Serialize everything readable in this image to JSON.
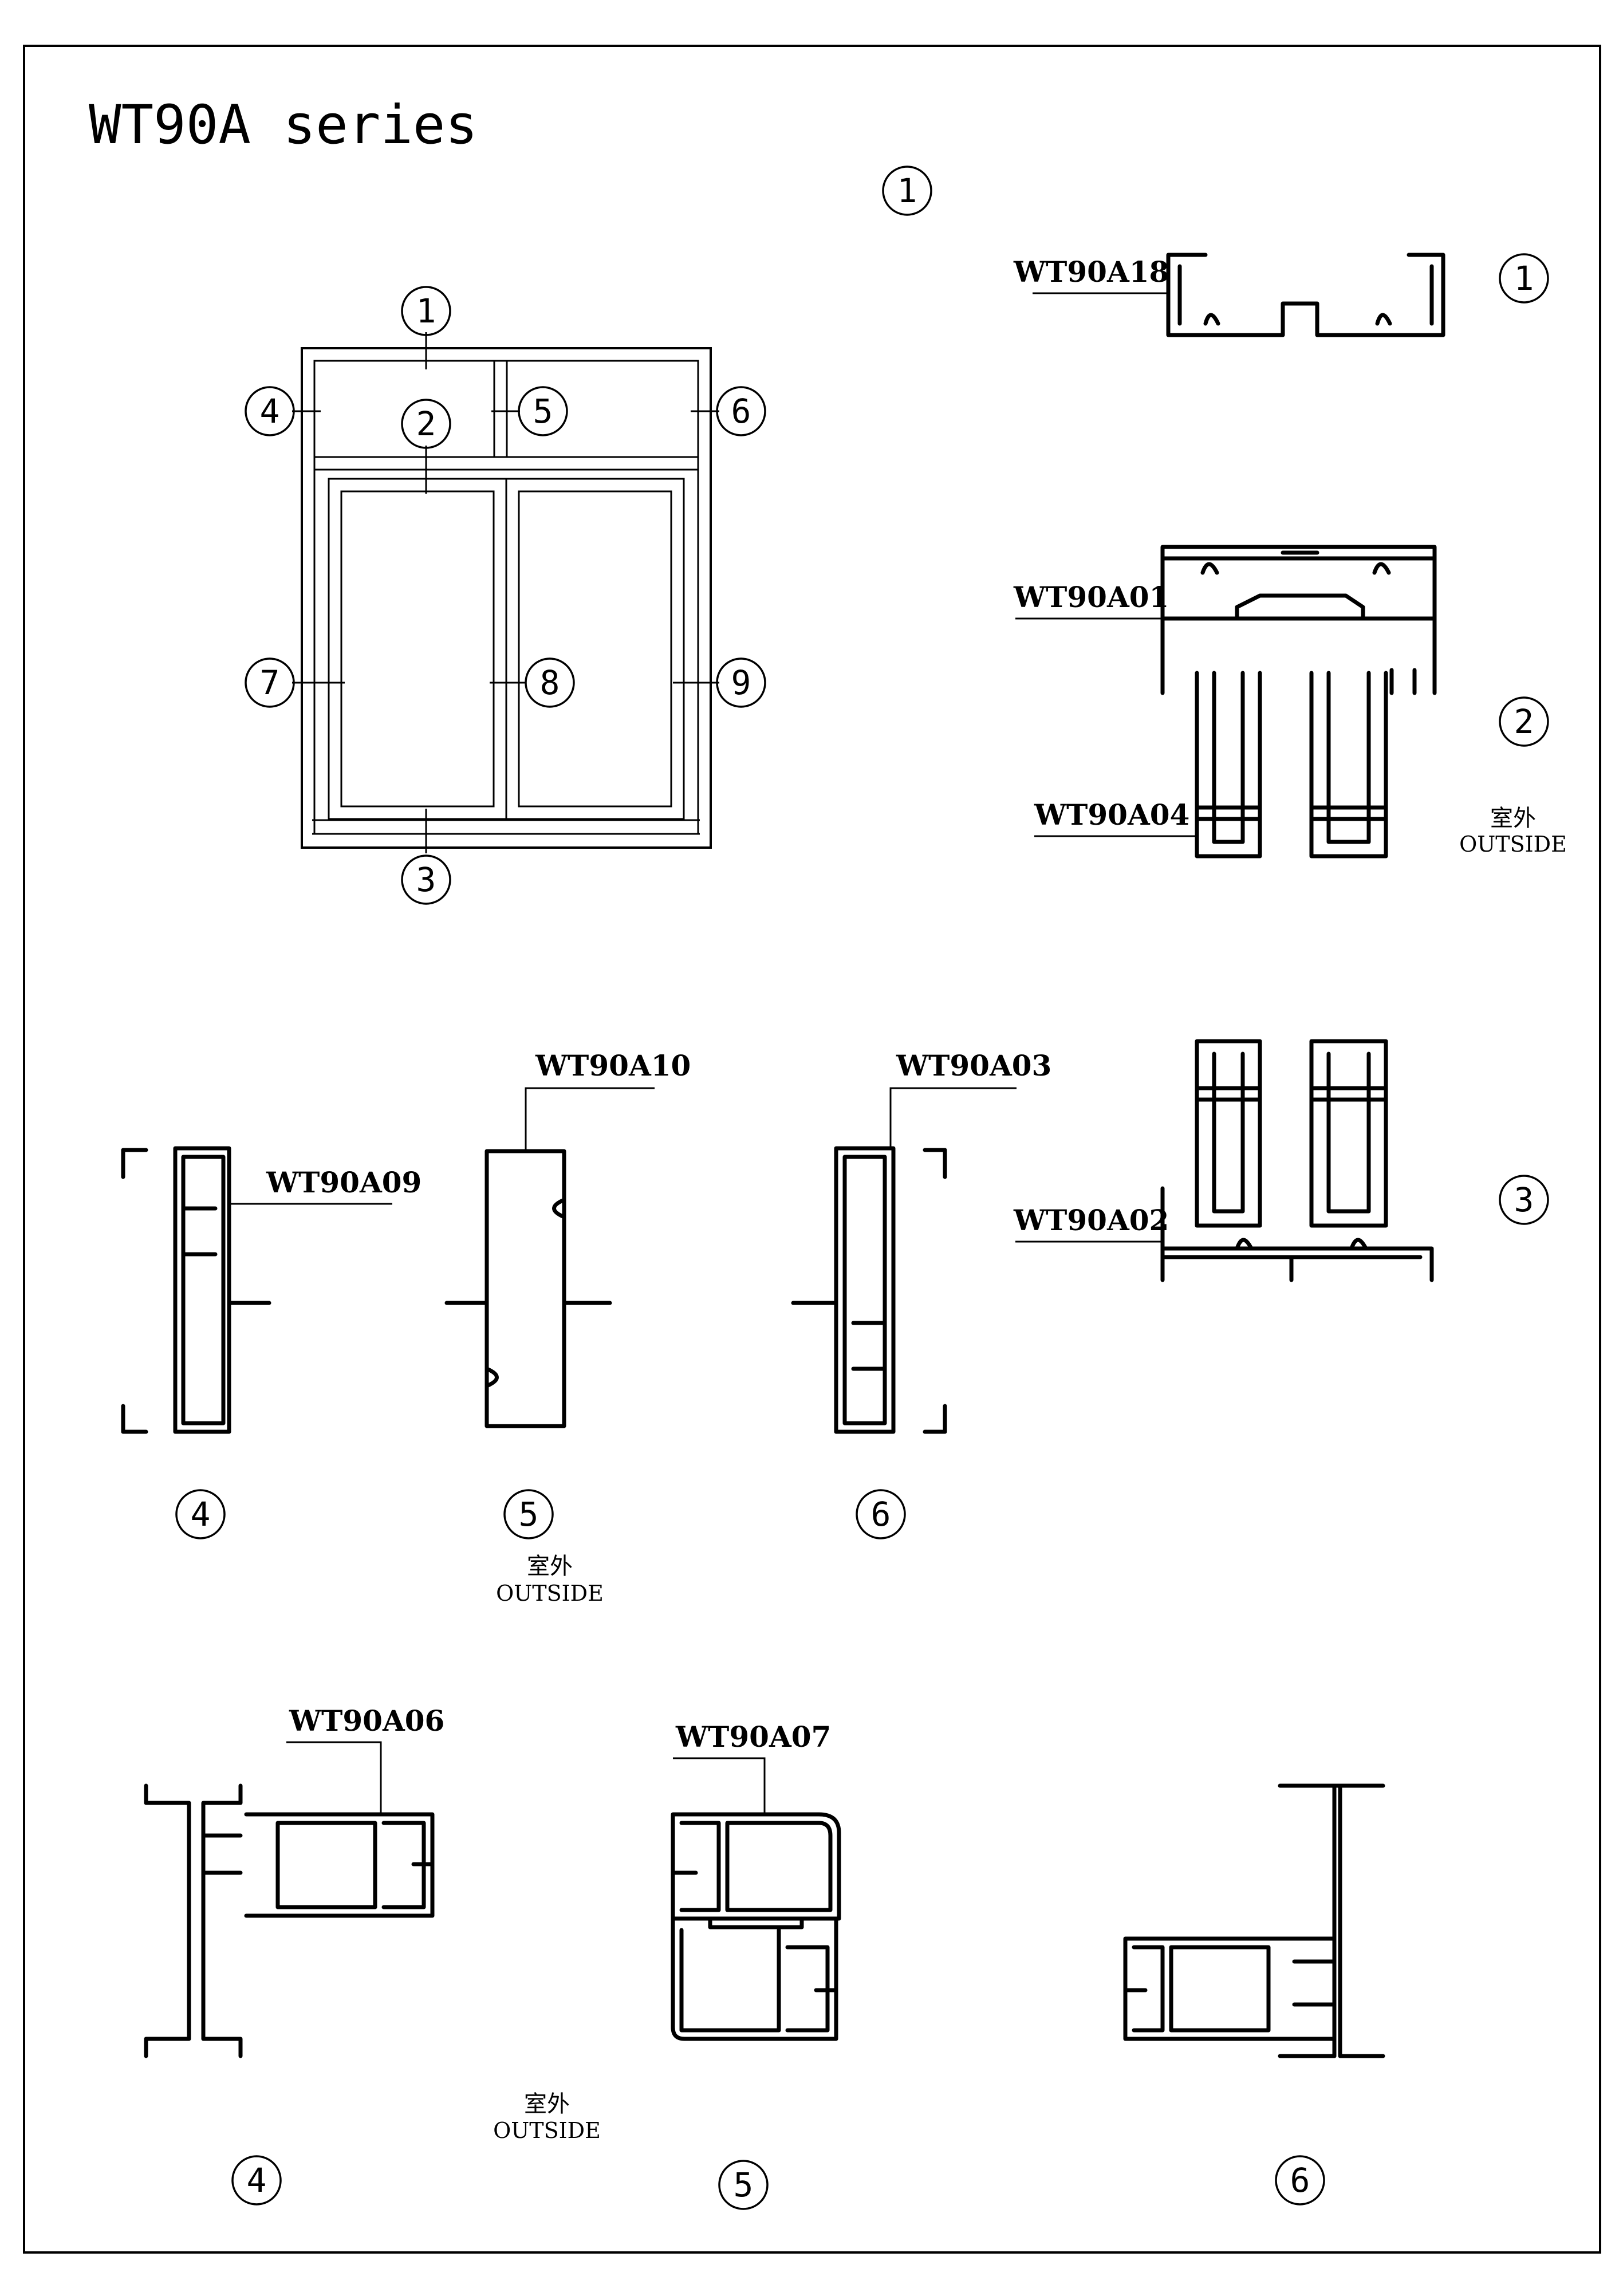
{
  "title": "WT90A series",
  "top_marker": "1",
  "elevation": {
    "markers": {
      "m1": "1",
      "m2": "2",
      "m3": "3",
      "m4": "4",
      "m5": "5",
      "m6": "6",
      "m7": "7",
      "m8": "8",
      "m9": "9"
    }
  },
  "sections": {
    "s1": {
      "number": "1",
      "profile": "WT90A18"
    },
    "s2": {
      "number": "2",
      "profile_frame": "WT90A01",
      "profile_sash": "WT90A04",
      "outside_cn": "室外",
      "outside_en": "OUTSIDE"
    },
    "s3": {
      "number": "3",
      "profile": "WT90A02"
    },
    "s4": {
      "number": "4",
      "profile": "WT90A09"
    },
    "s5": {
      "number": "5",
      "profile": "WT90A10",
      "outside_cn": "室外",
      "outside_en": "OUTSIDE"
    },
    "s6": {
      "number": "6",
      "profile": "WT90A03"
    },
    "b4": {
      "number": "4",
      "profile": "WT90A06"
    },
    "b5": {
      "number": "5",
      "profile": "WT90A07",
      "outside_cn": "室外",
      "outside_en": "OUTSIDE"
    },
    "b6": {
      "number": "6"
    }
  }
}
